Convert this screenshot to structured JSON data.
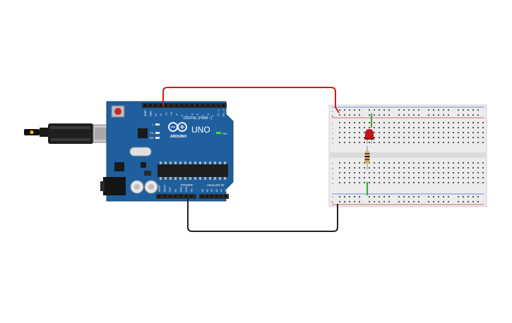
{
  "board": {
    "brand": "ARDUINO",
    "model": "UNO",
    "digital_header_label": "DIGITAL (PWM ~)",
    "power_label": "POWER",
    "analog_label": "ANALOG IN",
    "led_on_label": "ON",
    "led_l_label": "L",
    "led_tx_label": "TX",
    "led_rx_label": "RX",
    "digital_pins": [
      "AREF",
      "GND",
      "13",
      "12",
      "~11",
      "~10",
      "~9",
      "8",
      "7",
      "~6",
      "~5",
      "4",
      "~3",
      "2",
      "TX→1",
      "RX←0"
    ],
    "power_pins": [
      "IOREF",
      "RESET",
      "3.3V",
      "5V",
      "GND",
      "GND",
      "Vin"
    ],
    "analog_pins": [
      "A0",
      "A1",
      "A2",
      "A3",
      "A4",
      "A5"
    ],
    "colors": {
      "pcb": "#1f5f9e",
      "header": "#2b2b2b",
      "chip": "#1e1e1e"
    }
  },
  "breadboard": {
    "top_rail_signs": [
      "−",
      "+"
    ],
    "bottom_rail_signs": [
      "−",
      "+"
    ],
    "row_letters_top": [
      "j",
      "i",
      "h",
      "g",
      "f"
    ],
    "row_letters_bottom": [
      "e",
      "d",
      "c",
      "b",
      "a"
    ],
    "column_count": 30
  },
  "components": {
    "led_color": "#c0141a",
    "resistor_color": "#d8b77a"
  },
  "wires": {
    "pin13_wire_color": "#d01c1c",
    "gnd_wire_color": "#222222",
    "jumper_color": "#3aaa35"
  },
  "icons": {
    "usb_cable": "usb-cable-icon",
    "reset": "reset-button-icon",
    "power_jack": "power-jack-icon"
  }
}
